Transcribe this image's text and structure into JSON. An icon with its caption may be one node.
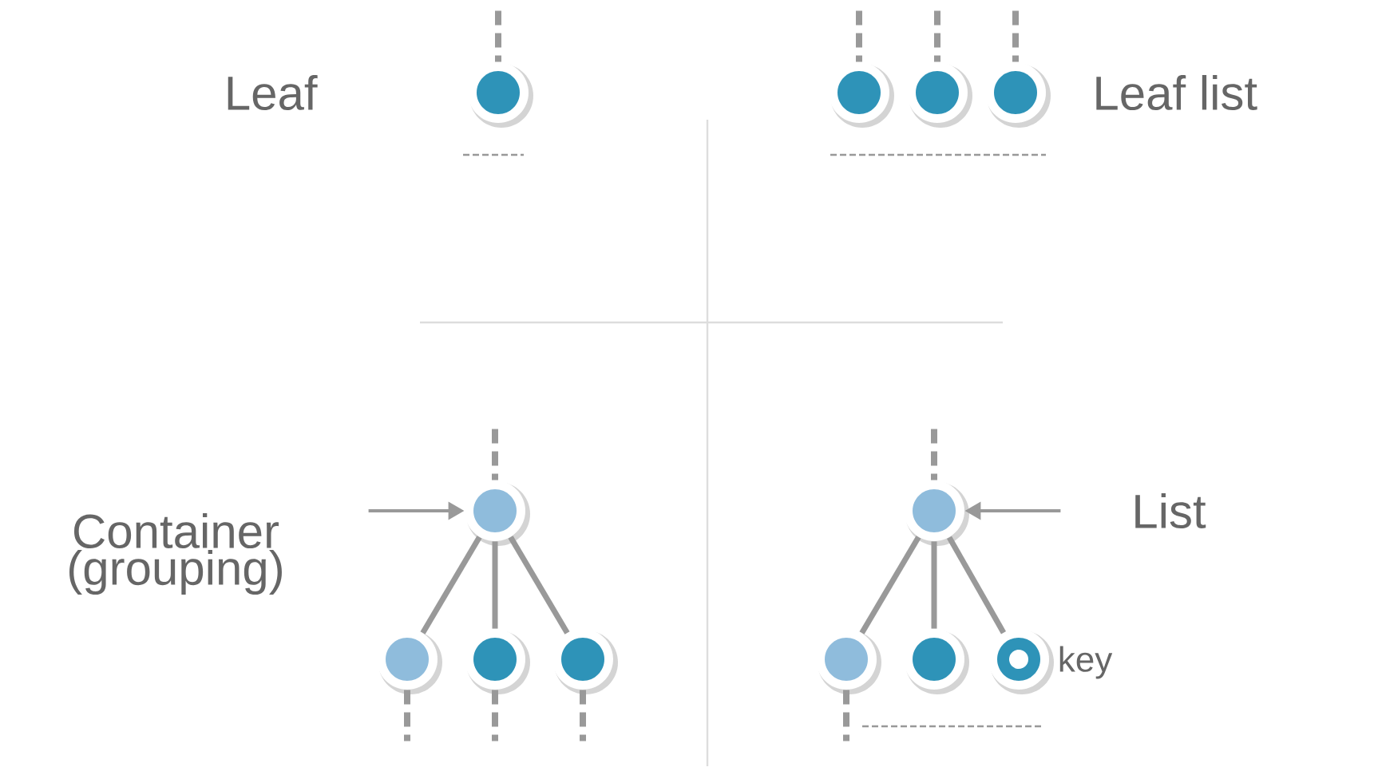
{
  "diagram": {
    "nodes": [
      {
        "text": [],
        "shape": "circle"
      },
      {
        "text": [],
        "shape": "circle"
      },
      {
        "text": [],
        "shape": "circle"
      },
      {
        "text": [],
        "shape": "circle"
      },
      {
        "text": [
          "Container (grouping)"
        ]
      },
      {
        "text": [],
        "shape": "circle"
      },
      {
        "text": [],
        "shape": "circle"
      },
      {
        "text": [],
        "shape": "circle"
      },
      {
        "text": [],
        "shape": "circle"
      },
      {
        "text": [
          "List"
        ]
      },
      {
        "text": [],
        "shape": "circle"
      },
      {
        "text": [],
        "shape": "circle"
      },
      {
        "text": [],
        "shape": "circle"
      },
      {
        "text": [],
        "shape": "circle",
        "beside": [
          "key"
        ]
      }
    ],
    "edges": [
      {
        "from": null,
        "to": 0,
        "arrow": "none",
        "style": "dashed"
      },
      {
        "from": null,
        "to": 1,
        "arrow": "none",
        "style": "dashed"
      },
      {
        "from": null,
        "to": 2,
        "arrow": "none",
        "style": "dashed"
      },
      {
        "from": null,
        "to": 3,
        "arrow": "none",
        "style": "dashed"
      },
      {
        "from": 4,
        "to": 5,
        "arrow": "to"
      },
      {
        "from": null,
        "to": 5,
        "arrow": "none",
        "style": "dashed"
      },
      {
        "from": 5,
        "to": 6,
        "arrow": "none"
      },
      {
        "from": 5,
        "to": 7,
        "arrow": "none"
      },
      {
        "from": 5,
        "to": 8,
        "arrow": "none"
      },
      {
        "from": 6,
        "to": null,
        "arrow": "none",
        "style": "dashed"
      },
      {
        "from": 7,
        "to": null,
        "arrow": "none",
        "style": "dashed"
      },
      {
        "from": 8,
        "to": null,
        "arrow": "none",
        "style": "dashed"
      },
      {
        "from": 9,
        "to": 10,
        "arrow": "to"
      },
      {
        "from": null,
        "to": 10,
        "arrow": "none",
        "style": "dashed"
      },
      {
        "from": 10,
        "to": 11,
        "arrow": "none"
      },
      {
        "from": 10,
        "to": 12,
        "arrow": "none"
      },
      {
        "from": 10,
        "to": 13,
        "arrow": "none"
      },
      {
        "from": 11,
        "to": null,
        "arrow": "none",
        "style": "dashed"
      }
    ],
    "labels": [
      "Leaf",
      "Leaf list"
    ]
  }
}
